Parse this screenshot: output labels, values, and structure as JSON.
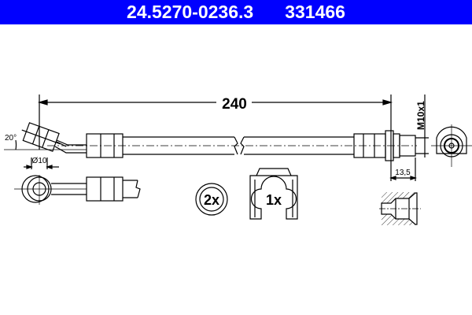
{
  "header": {
    "part_number": "24.5270-0236.3",
    "ref_number": "331466",
    "background": "#0000ff",
    "text_color": "#ffffff"
  },
  "drawing": {
    "length_label": "240",
    "angle_label": "20°",
    "eye_diameter_label": "Ø10",
    "thread_label": "M10x1",
    "fitting_length_label": "13,5",
    "washer_qty_label": "2x",
    "clip_qty_label": "1x"
  }
}
